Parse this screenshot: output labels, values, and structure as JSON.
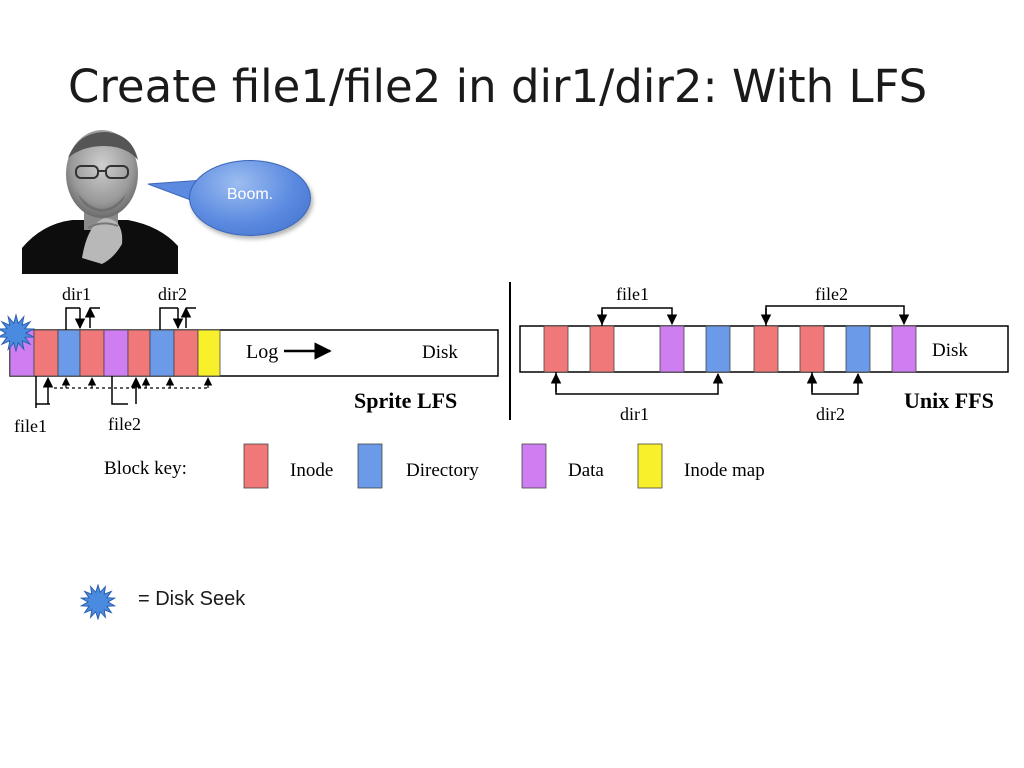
{
  "slide": {
    "title": "Create file1/file2 in dir1/dir2: With LFS"
  },
  "speech_bubble": {
    "text": "Boom."
  },
  "colors": {
    "inode": "#f07878",
    "directory": "#6a9ae8",
    "data": "#cf7ef2",
    "inode_map": "#f8f02a",
    "seek_star": "#4a8be0",
    "bubble": "#5b8ae0"
  },
  "sprite_lfs": {
    "label": "Sprite LFS",
    "log_label": "Log",
    "disk_label": "Disk",
    "labels": {
      "dir1": "dir1",
      "dir2": "dir2",
      "file1": "file1",
      "file2": "file2"
    },
    "blocks": [
      "data",
      "inode",
      "directory",
      "inode",
      "data",
      "inode",
      "directory",
      "inode",
      "inode_map"
    ]
  },
  "unix_ffs": {
    "label": "Unix FFS",
    "disk_label": "Disk",
    "labels": {
      "file1": "file1",
      "file2": "file2",
      "dir1": "dir1",
      "dir2": "dir2"
    },
    "blocks": [
      "inode",
      "inode",
      "data",
      "directory",
      "inode",
      "inode",
      "directory",
      "data"
    ]
  },
  "block_key": {
    "title": "Block key:",
    "items": [
      {
        "type": "inode",
        "label": "Inode"
      },
      {
        "type": "directory",
        "label": "Directory"
      },
      {
        "type": "data",
        "label": "Data"
      },
      {
        "type": "inode_map",
        "label": "Inode map"
      }
    ]
  },
  "seek_legend": {
    "label": "= Disk Seek"
  }
}
